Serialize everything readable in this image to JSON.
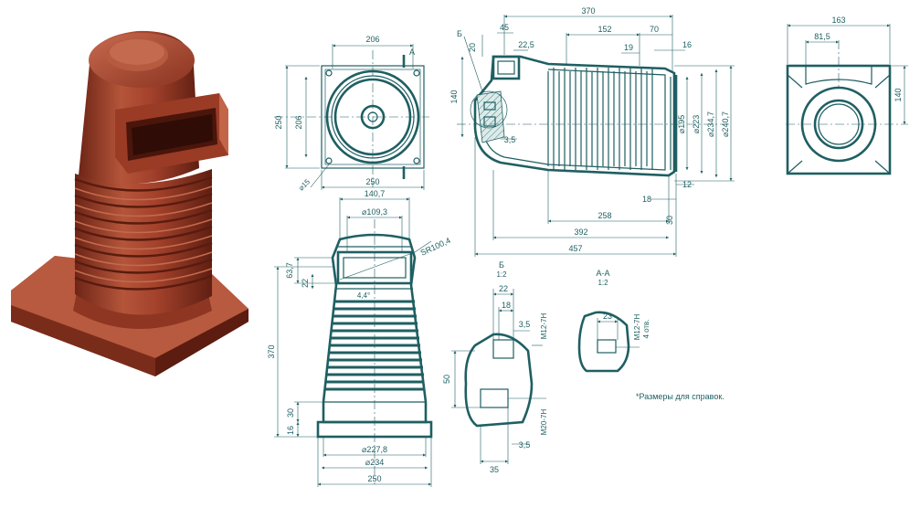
{
  "colors": {
    "line": "#1f5f62",
    "fill": "#cfe4e2",
    "hatch": "#1f5f62",
    "product": "#a3412b",
    "product_dark": "#6e2516",
    "product_light": "#c76a4f",
    "background": "#ffffff"
  },
  "top_view": {
    "width_206": "206",
    "side_250": "250",
    "side_206": "206",
    "bottom_250": "250",
    "corner_hole": "⌀15",
    "section_mark": "А"
  },
  "side_section": {
    "total_370": "370",
    "d152": "152",
    "d70": "70",
    "d45": "45",
    "d22_5": "22,5",
    "d20": "20",
    "d19": "19",
    "d16": "16",
    "h140": "140",
    "d3_5": "3,5",
    "d195": "⌀195",
    "d223": "⌀223",
    "d234_7": "⌀234,7",
    "d240_7": "⌀240,7",
    "d18": "18",
    "d12": "12",
    "d258": "258",
    "d30": "30",
    "d392": "392",
    "d457": "457",
    "section_mark": "Б"
  },
  "end_view": {
    "width_163": "163",
    "width_81_5": "81,5",
    "height_140": "140"
  },
  "front_view": {
    "width_140_7": "140,7",
    "d109_3": "⌀109,3",
    "sphere": "SR100,4",
    "h63_7": "63,7",
    "h22": "22",
    "angle": "4,4°",
    "h370": "370",
    "h30": "30",
    "h16": "16",
    "d227_8": "⌀227,8",
    "d234": "⌀234",
    "w250": "250"
  },
  "detail_b": {
    "title": "Б",
    "scale": "1:2",
    "d22": "22",
    "d18": "18",
    "d3_5a": "3,5",
    "thread1": "М12-7Н",
    "d50": "50",
    "thread2": "М20-7Н",
    "d3_5b": "3,5",
    "d35": "35"
  },
  "section_aa": {
    "title": "А-А",
    "scale": "1:2",
    "d23": "23",
    "thread": "М12-7Н",
    "holes": "4 отв."
  },
  "footnote": "*Размеры для справок."
}
